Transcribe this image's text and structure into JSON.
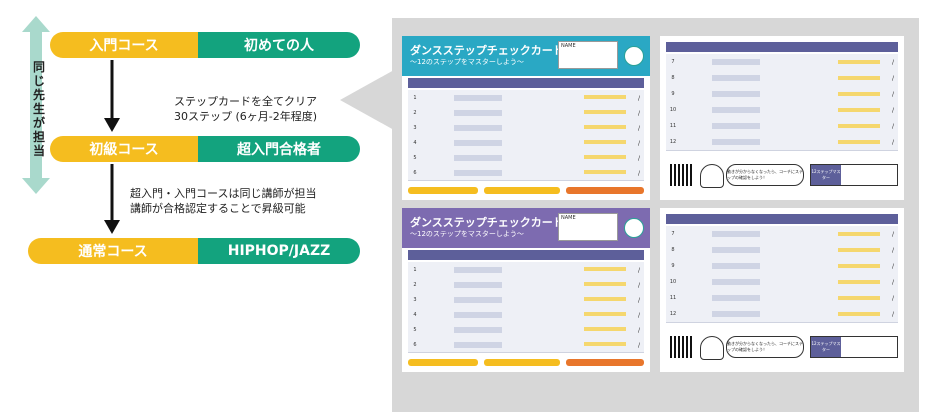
{
  "flow": {
    "side_label": "同じ先生が担当",
    "courses": [
      {
        "name": "入門コース",
        "target": "初めての人"
      },
      {
        "name": "初級コース",
        "target": "超入門合格者"
      },
      {
        "name": "通常コース",
        "target": "HIPHOP/JAZZ"
      }
    ],
    "note1": [
      "ステップカードを全てクリア",
      "30ステップ (6ヶ月-2年程度)"
    ],
    "note2": [
      "超入門・入門コースは同じ講師が担当",
      "講師が合格認定することで昇級可能"
    ]
  },
  "cards": {
    "title": "ダンスステップチェックカード",
    "subtitle": "～12のステップをマスターしよう～",
    "name_label": "NAME",
    "card_titles": [
      "ダンスステップチェックカード",
      "ダンスステップチェックカード"
    ],
    "master_label": "12ステップマスター",
    "bubble_text": "動きが分からなくなったら、コーチにステップの確認をしよう！",
    "colors": {
      "teal": "#2aa8c4",
      "purple": "#7d6bb0",
      "header": "#5d5f9a"
    }
  }
}
